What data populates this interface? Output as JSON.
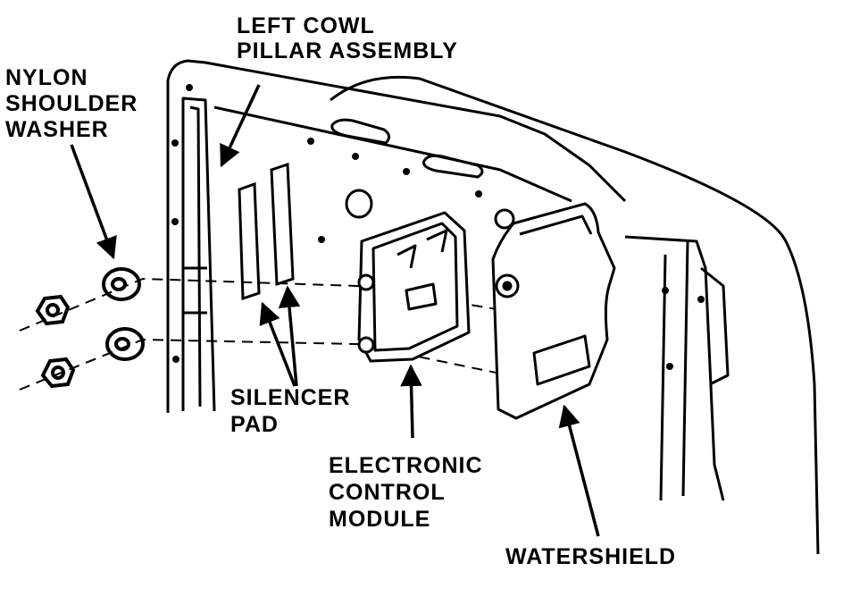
{
  "labels": {
    "cowl_line1": "LEFT COWL",
    "cowl_line2": "PILLAR ASSEMBLY",
    "washer_line1": "NYLON",
    "washer_line2": "SHOULDER",
    "washer_line3": "WASHER",
    "silencer_line1": "SILENCER",
    "silencer_line2": "PAD",
    "ecm_line1": "ELECTRONIC",
    "ecm_line2": "CONTROL",
    "ecm_line3": "MODULE",
    "watershield": "WATERSHIELD"
  },
  "colors": {
    "ink": "#000000",
    "paper": "#ffffff"
  }
}
